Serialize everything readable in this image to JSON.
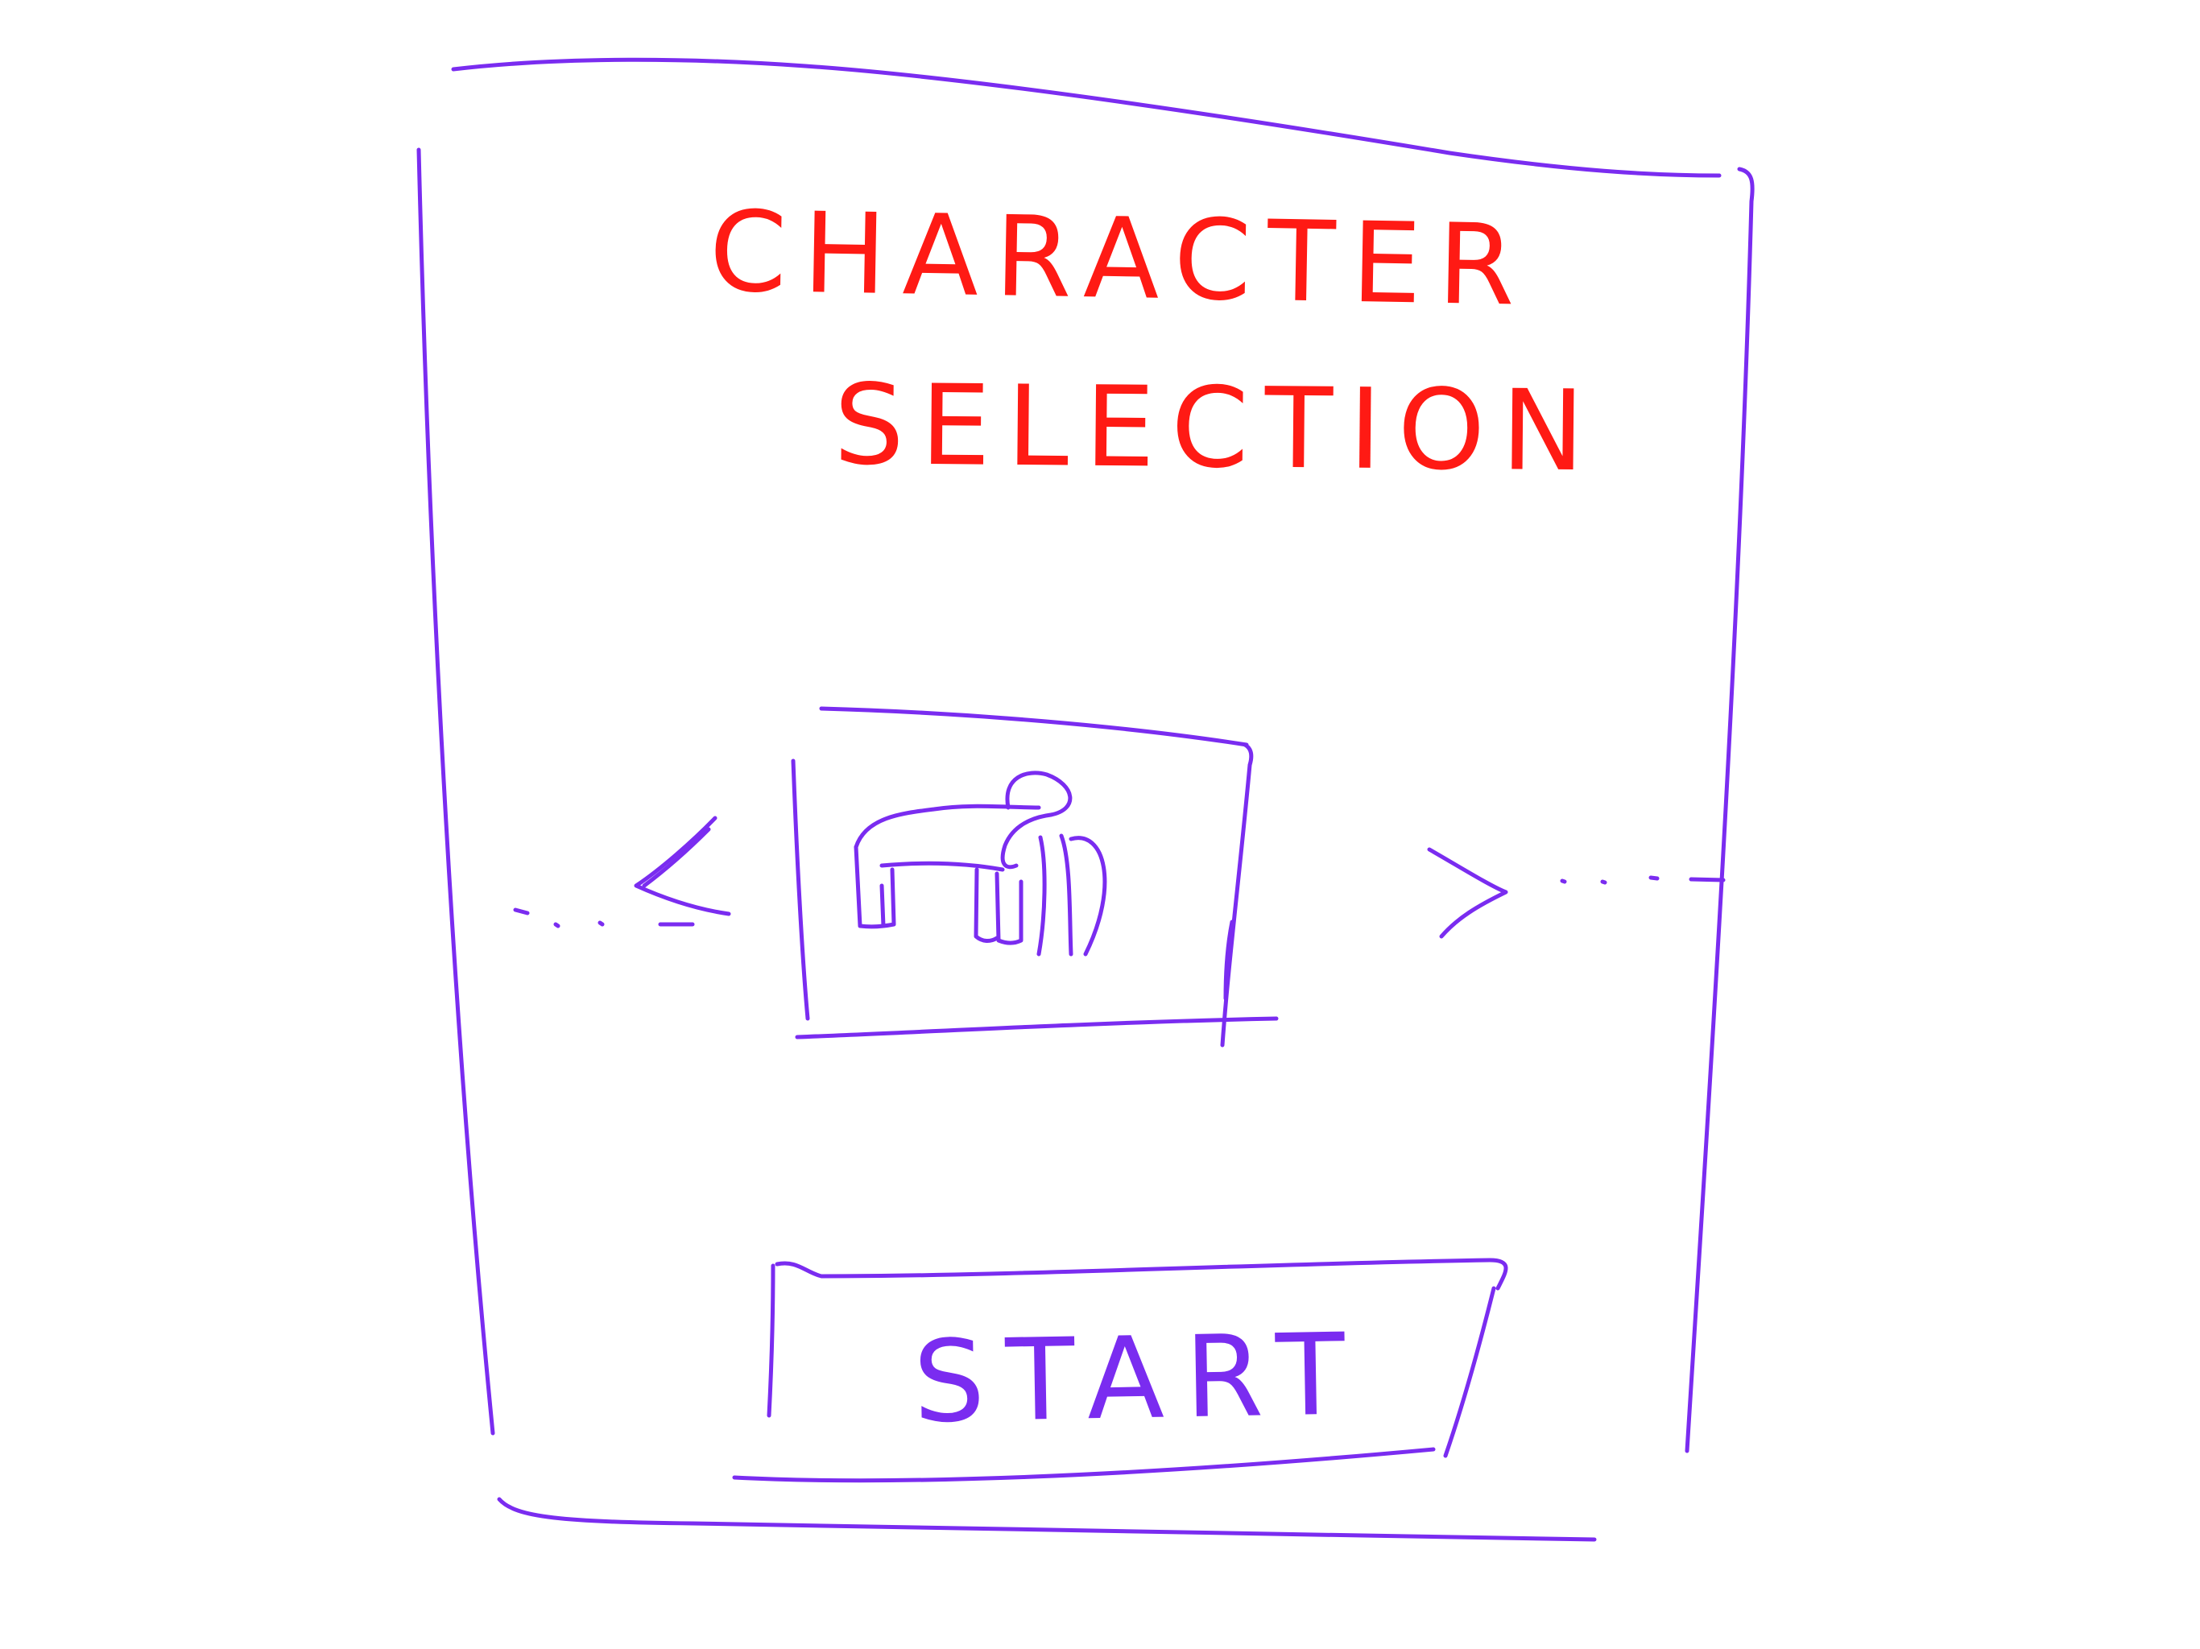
{
  "title": {
    "line1": "CHARACTER",
    "line2": "SELECTION"
  },
  "start_button": {
    "label": "START"
  },
  "carousel": {
    "prev_arrow": "<",
    "next_arrow": ">",
    "preview_icon": "elephant-icon"
  },
  "colors": {
    "frame_ink": "#7a2cf0",
    "title_ink": "#ff1a14",
    "background": "#ffffff"
  }
}
